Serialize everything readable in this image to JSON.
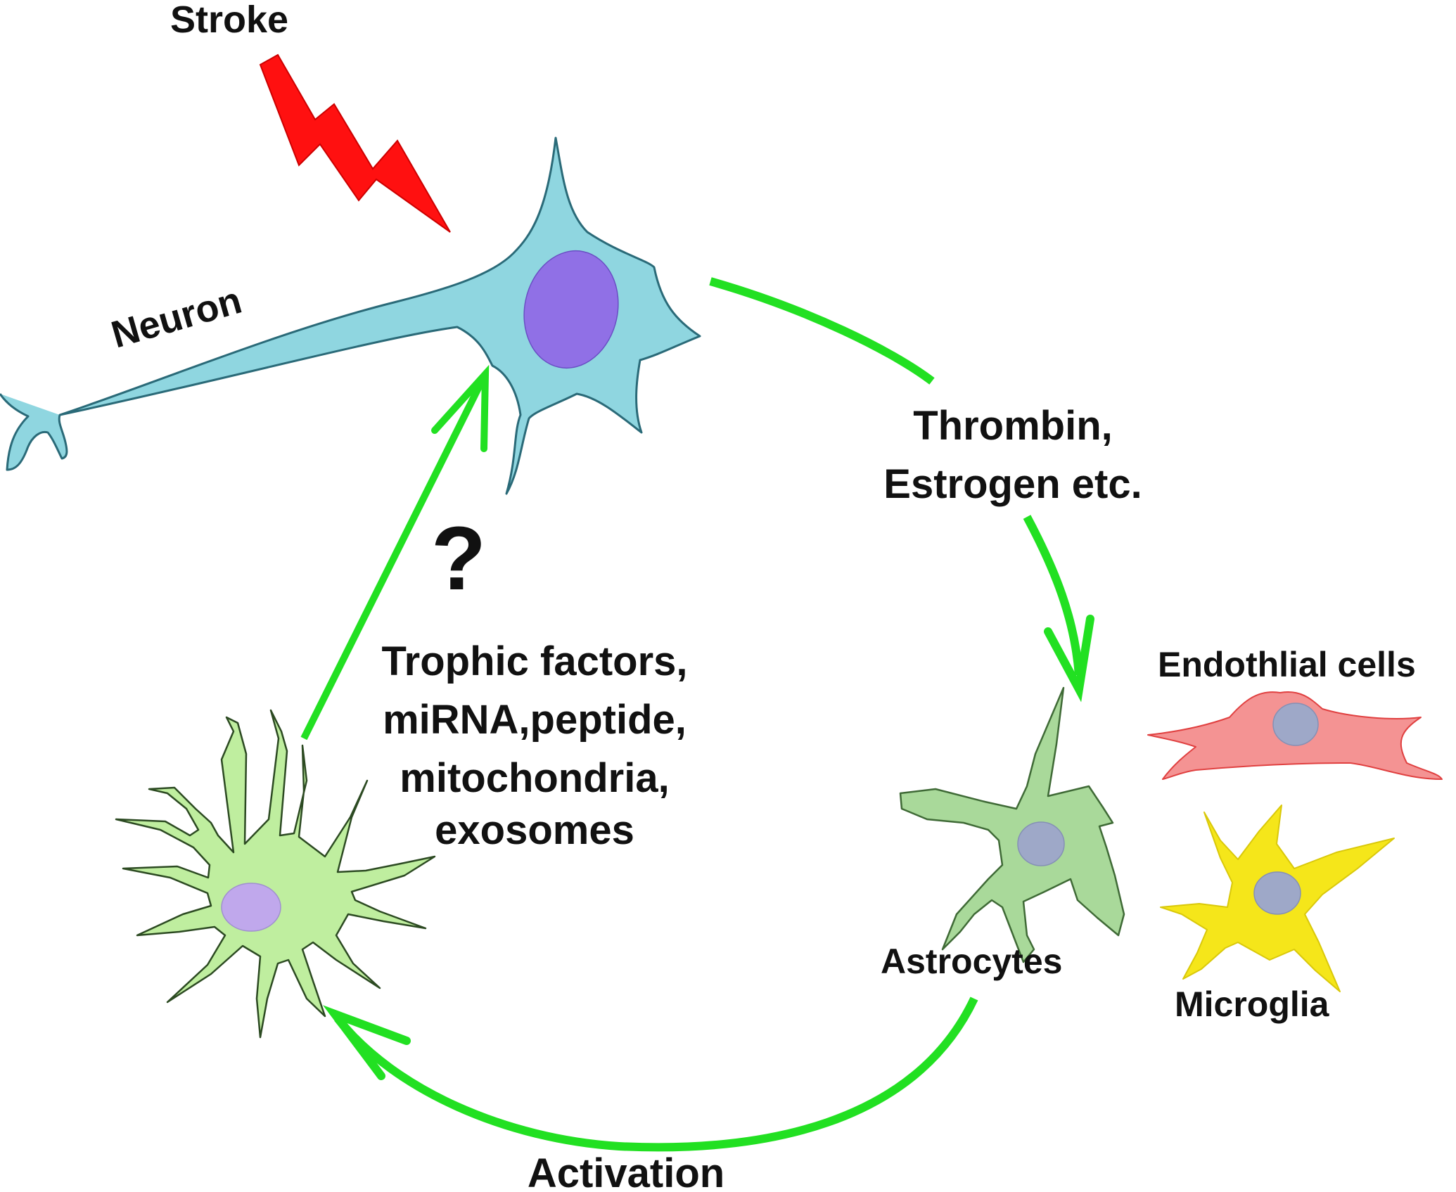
{
  "labels": {
    "stroke": "Stroke",
    "neuron": "Neuron",
    "thrombin_line1": "Thrombin,",
    "thrombin_line2": "Estrogen etc.",
    "endothelial": "Endothlial cells",
    "astrocytes": "Astrocytes",
    "microglia": "Microglia",
    "activation": "Activation",
    "question": "?",
    "factors_line1": "Trophic factors,",
    "factors_line2": "miRNA,peptide,",
    "factors_line3": "mitochondria,",
    "factors_line4": "exosomes"
  },
  "colors": {
    "arrow": "#22e022",
    "lightning": "#ff1010",
    "neuron_body": "#8fd6e0",
    "neuron_nucleus": "#9070e6",
    "astrocyte_reactive": "#a9d99a",
    "activated_astrocyte": "#bfee9f",
    "activated_nucleus": "#c0a8ec",
    "endothelial": "#f49393",
    "microglia": "#f5e61a",
    "cell_nucleus": "#9ea8c8"
  }
}
